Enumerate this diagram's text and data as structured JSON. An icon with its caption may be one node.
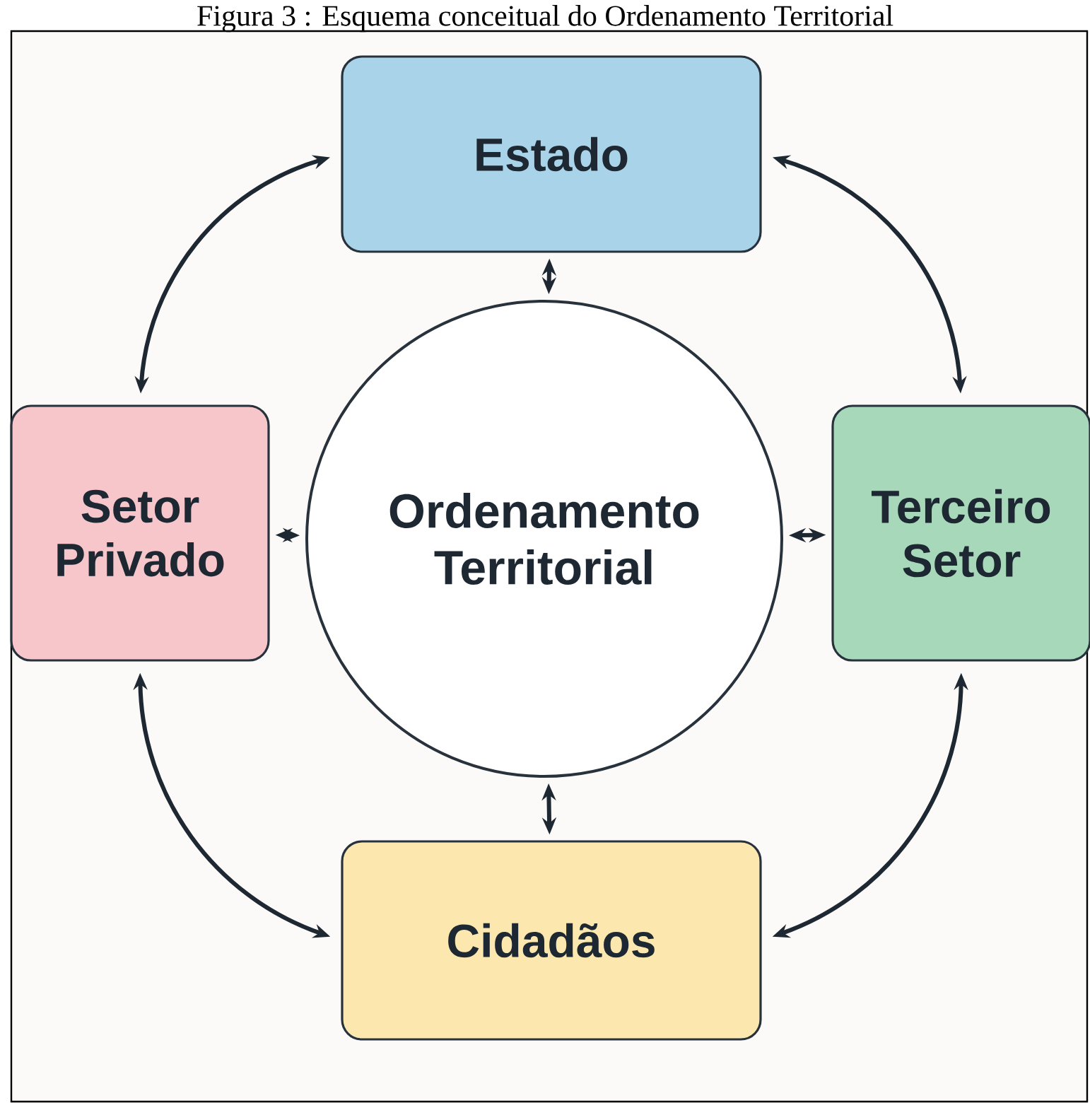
{
  "diagram": {
    "title": "Figura 3 : Esquema conceitual do Ordenamento Territorial",
    "nodes": [
      {
        "text": [
          "Estado"
        ]
      },
      {
        "text": [
          "Setor Privado"
        ]
      },
      {
        "text": [
          "Ordenamento Territorial"
        ]
      },
      {
        "text": [
          "Terceiro Setor"
        ]
      },
      {
        "text": [
          "Cidadãos"
        ]
      }
    ],
    "edges": [
      {
        "from": 0,
        "to": 1,
        "arrow": "both"
      },
      {
        "from": 0,
        "to": 3,
        "arrow": "both"
      },
      {
        "from": 0,
        "to": 2,
        "arrow": "both"
      },
      {
        "from": 1,
        "to": 2,
        "arrow": "both"
      },
      {
        "from": 2,
        "to": 3,
        "arrow": "both"
      },
      {
        "from": 2,
        "to": 4,
        "arrow": "both"
      },
      {
        "from": 1,
        "to": 4,
        "arrow": "both"
      },
      {
        "from": 3,
        "to": 4,
        "arrow": "both"
      }
    ]
  }
}
